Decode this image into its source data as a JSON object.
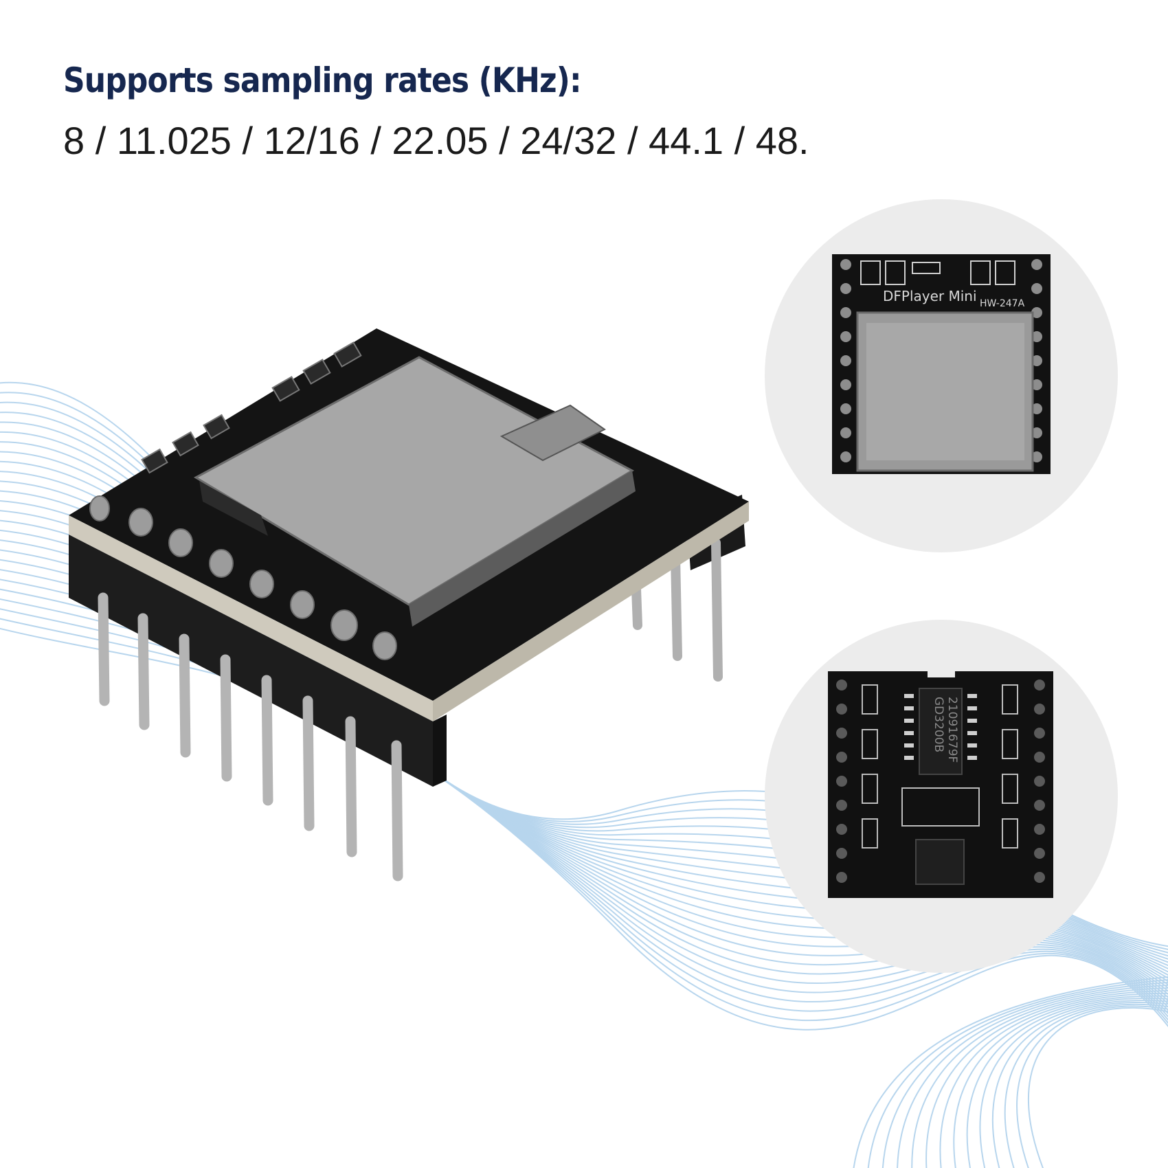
{
  "headline": "Supports sampling rates (KHz):",
  "rates": "8 / 11.025 / 12/16 / 22.05 / 24/32 / 44.1 / 48.",
  "board_top": {
    "label_name": "DFPlayer Mini",
    "label_model": "HW-247A"
  },
  "board_bottom": {
    "chip_line1": "GD3200B",
    "chip_line2": "21091679F"
  },
  "colors": {
    "headline": "#16274f",
    "rates": "#1b1b1b",
    "waves": "#9fc8e8",
    "circle": "#ececec",
    "pcb": "#121212",
    "metal": "#a9a9a9"
  }
}
